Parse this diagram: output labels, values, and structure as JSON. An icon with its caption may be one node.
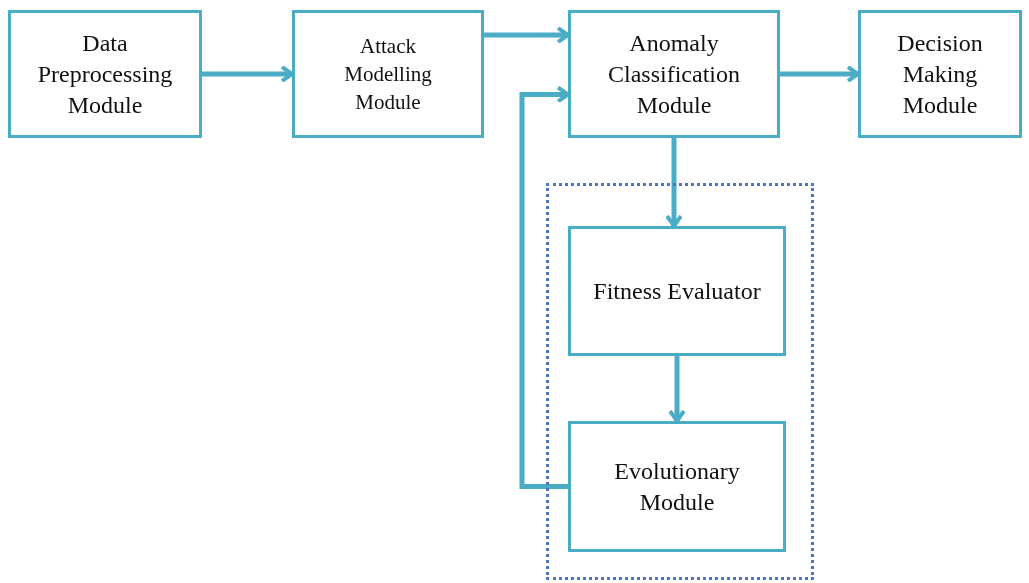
{
  "diagram": {
    "nodes": [
      {
        "text": [
          "Data Preprocessing Module"
        ]
      },
      {
        "text": [
          "Attack Modelling Module"
        ]
      },
      {
        "text": [
          "Anomaly Classification Module"
        ]
      },
      {
        "text": [
          "Decision Making Module"
        ]
      },
      {
        "text": [],
        "shape": "box"
      },
      {
        "text": [
          "Fitness Evaluator"
        ],
        "in": 4
      },
      {
        "text": [
          "Evolutionary Module"
        ],
        "in": 4
      }
    ],
    "edges": [
      {
        "from": 0,
        "to": 1,
        "arrow": "to"
      },
      {
        "from": 1,
        "to": 2,
        "arrow": "to"
      },
      {
        "from": 2,
        "to": 3,
        "arrow": "to"
      },
      {
        "from": 2,
        "to": 5,
        "arrow": "to"
      },
      {
        "from": 5,
        "to": 6,
        "arrow": "to"
      },
      {
        "from": 6,
        "to": 2,
        "arrow": "to"
      }
    ]
  }
}
